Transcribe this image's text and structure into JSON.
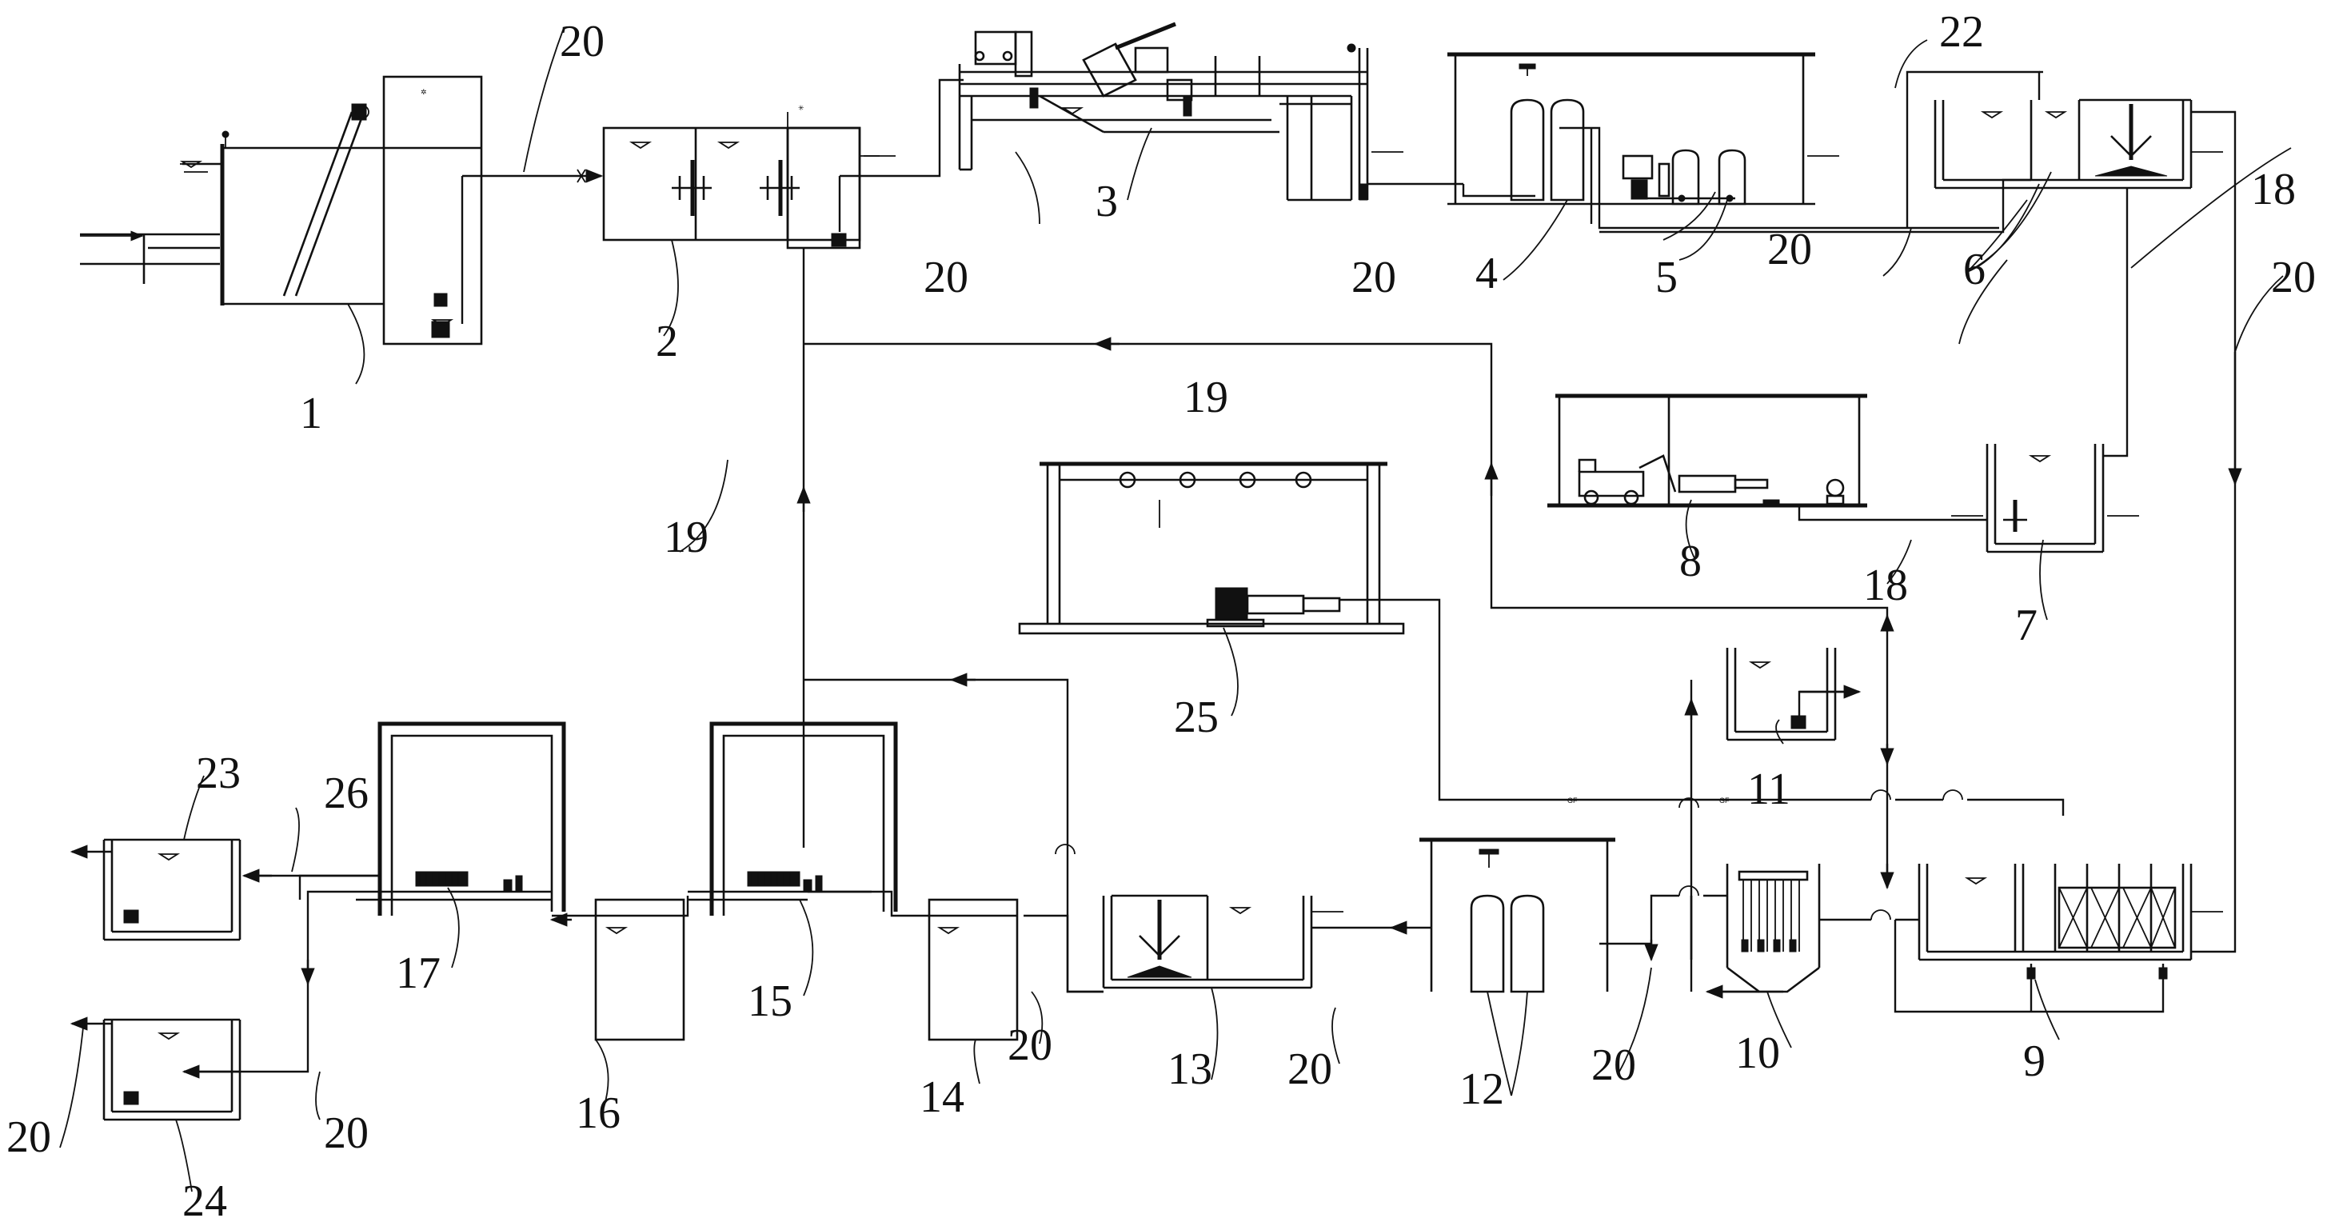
{
  "diagram": {
    "labels": {
      "n1": "1",
      "n2": "2",
      "n3": "3",
      "n4": "4",
      "n5": "5",
      "n6": "6",
      "n7": "7",
      "n8": "8",
      "n9": "9",
      "n10": "10",
      "n11": "11",
      "n12": "12",
      "n13": "13",
      "n14": "14",
      "n15": "15",
      "n16": "16",
      "n17": "17",
      "n18": "18",
      "n19": "19",
      "n20": "20",
      "n22": "22",
      "n23": "23",
      "n24": "24",
      "n25": "25",
      "n26": "26"
    },
    "pipe_markers": {
      "gf": "GF"
    }
  }
}
